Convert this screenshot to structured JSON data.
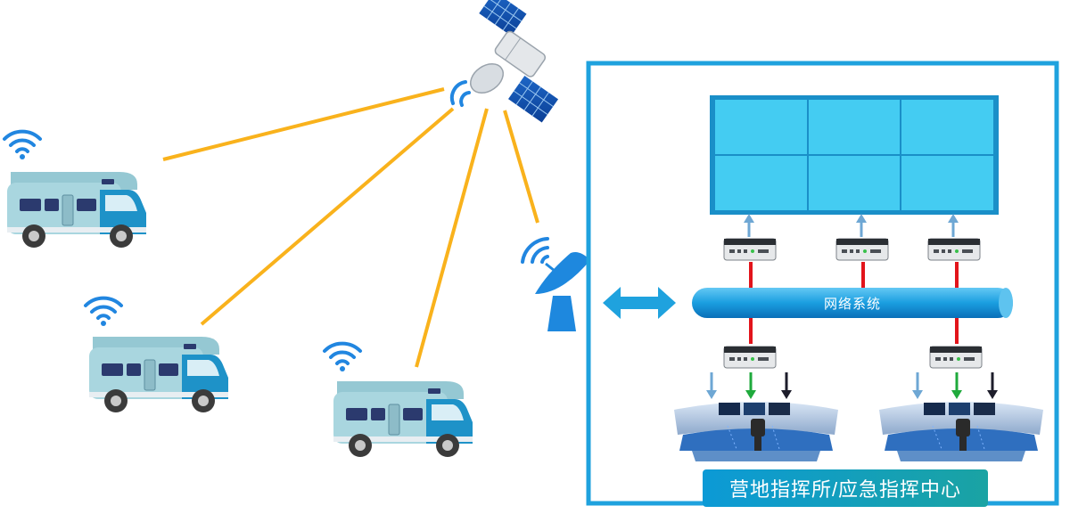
{
  "network": {
    "label": "网络系统"
  },
  "command_center": {
    "label": "营地指挥所/应急指挥中心"
  },
  "colors": {
    "frame": "#1fa2de",
    "video_wall": "#44ccf2",
    "link_line": "#f9b21c",
    "cable": "#e2141b",
    "vehicle_body": "#a9d6df",
    "vehicle_cab": "#1e92c8",
    "label_bg": "#0a85cc"
  },
  "icons": [
    "satellite-icon",
    "satellite-dish-icon",
    "wifi-icon",
    "camper-vehicle-icon",
    "double-arrow-icon",
    "encoder-box-icon",
    "control-console-icon",
    "video-wall"
  ]
}
